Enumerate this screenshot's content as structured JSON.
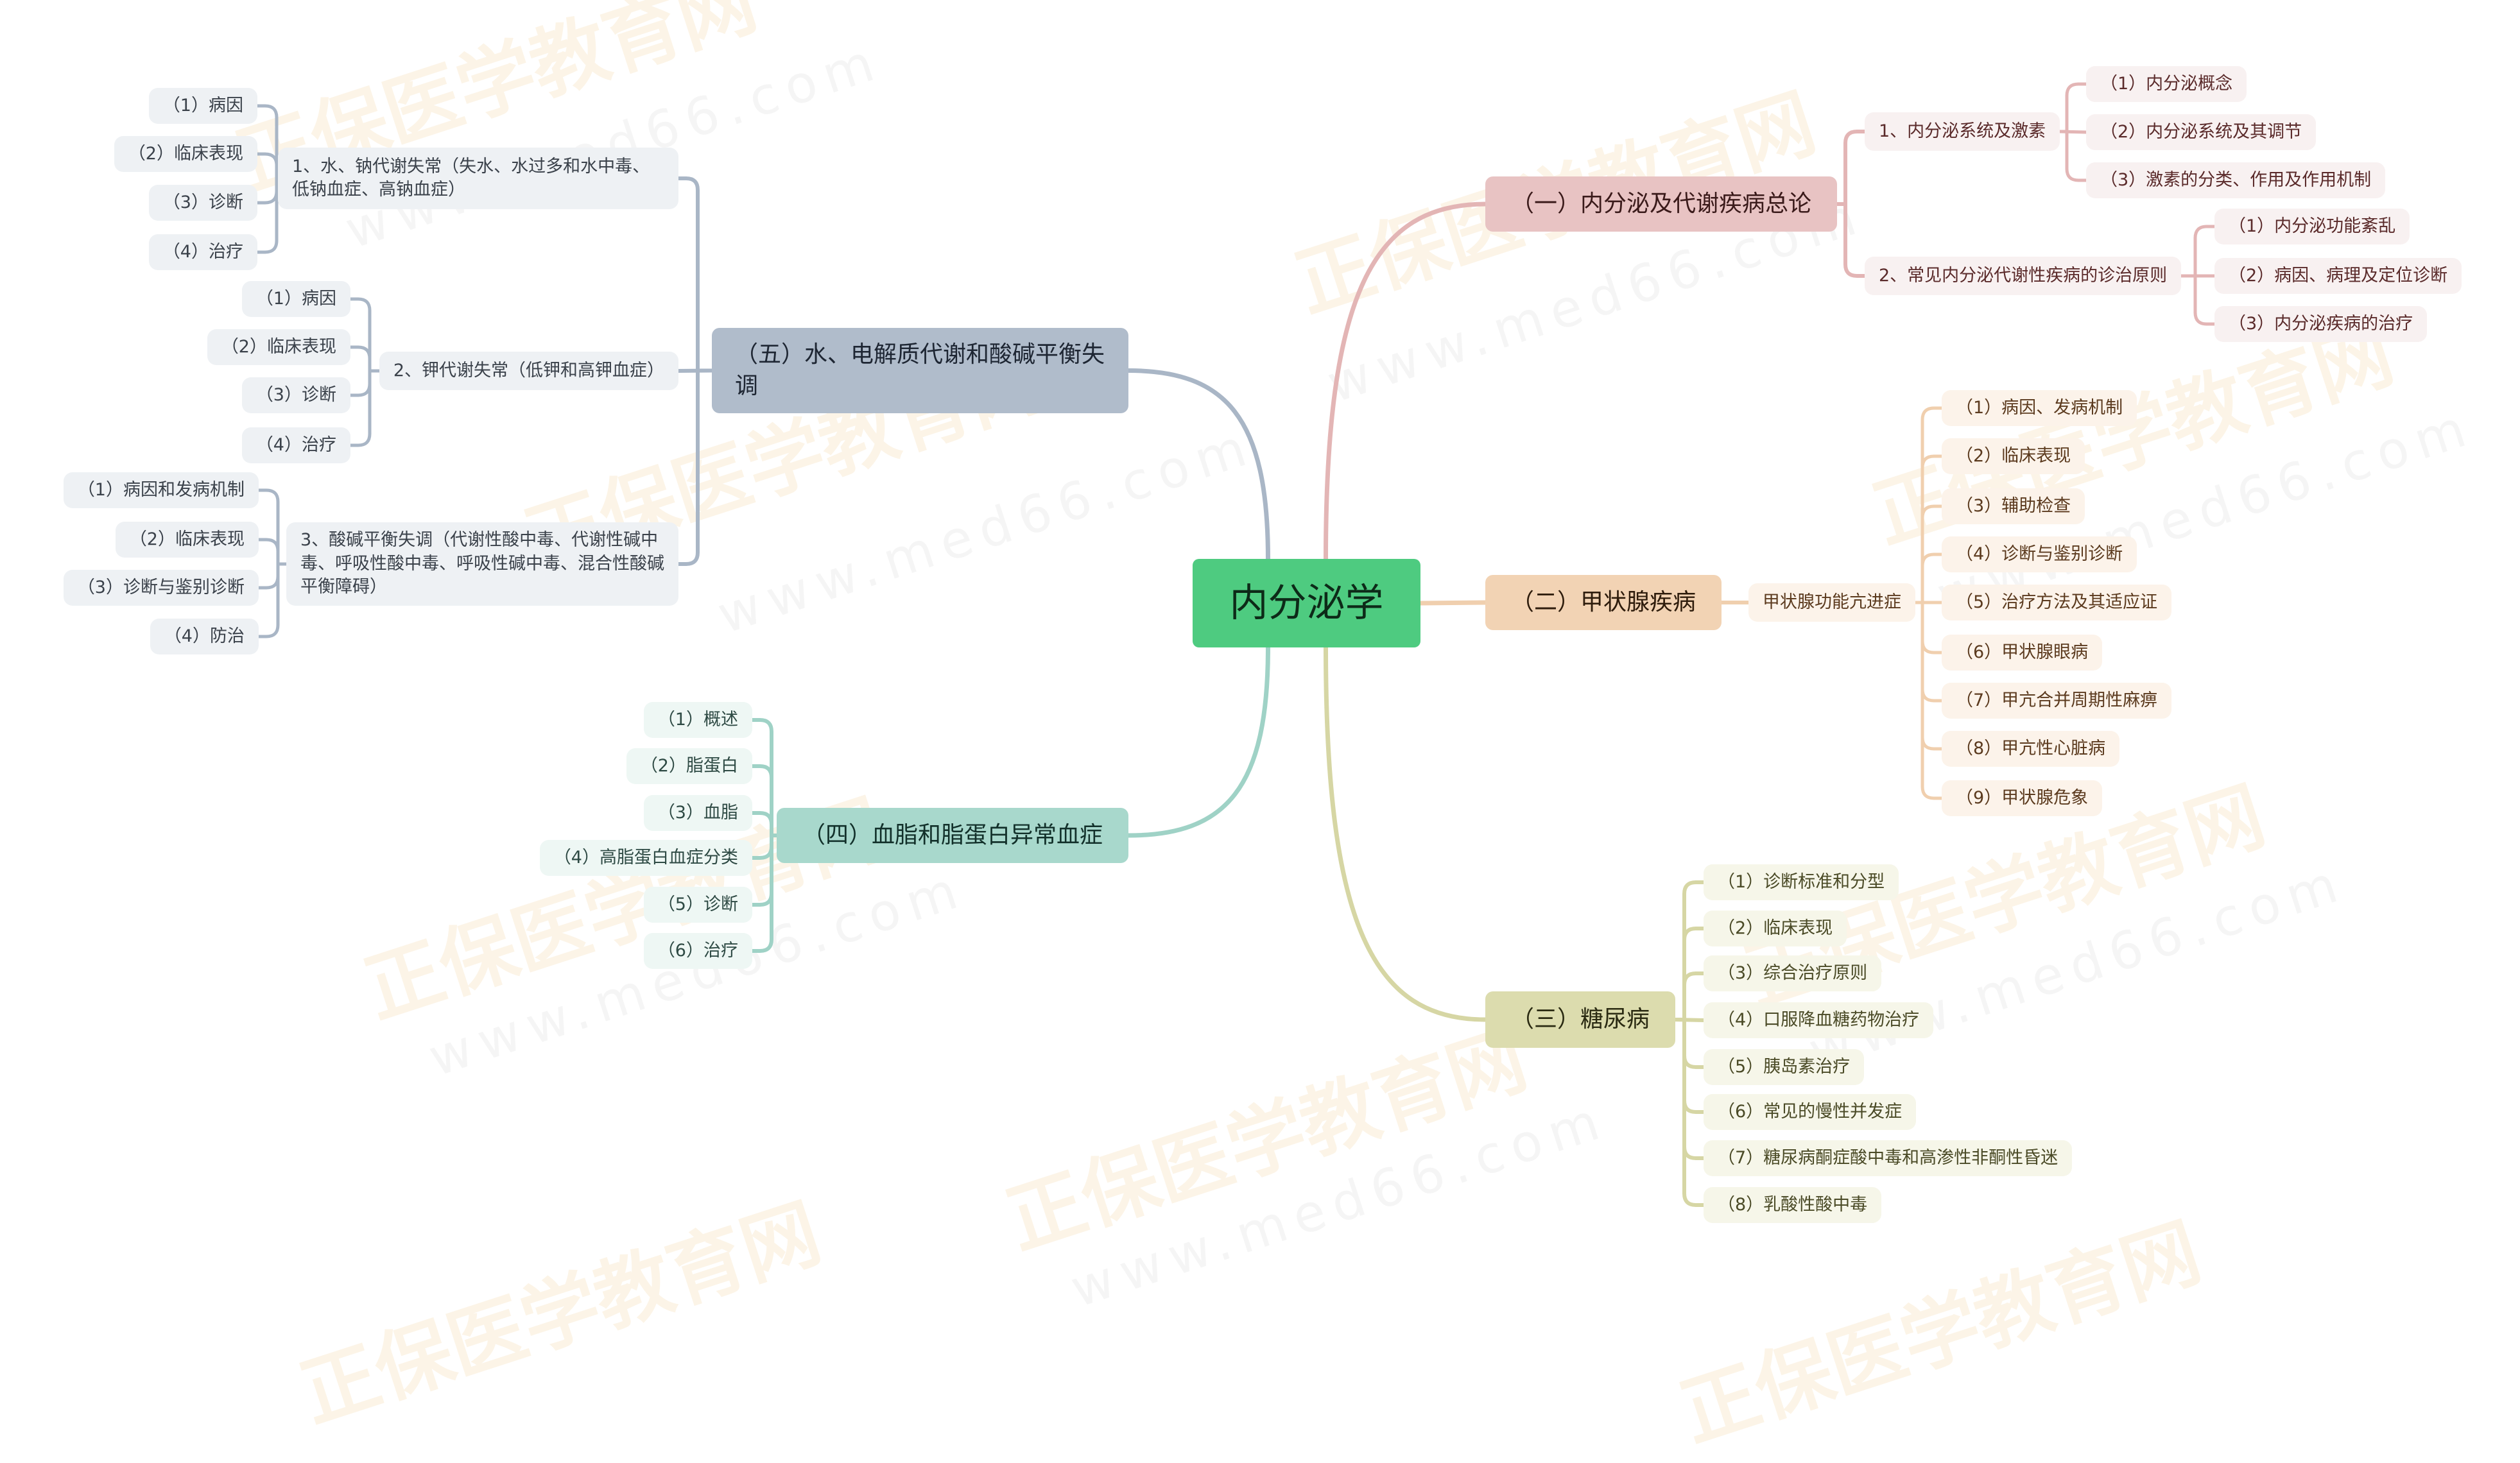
{
  "watermark": {
    "brand": "正保医学教育网",
    "url": "www.med66.com"
  },
  "colors": {
    "root": "#4ecb80",
    "pink": "#e3b5b5",
    "orange": "#f0cfae",
    "olive": "#d6d6a4",
    "teal": "#9fd2c6",
    "gray": "#a9b6c6"
  },
  "root": {
    "label": "内分泌学"
  },
  "branches": {
    "b1": {
      "label": "（一）内分泌及代谢疾病总论",
      "children": [
        {
          "label": "1、内分泌系统及激素",
          "items": [
            "（1）内分泌概念",
            "（2）内分泌系统及其调节",
            "（3）激素的分类、作用及作用机制"
          ]
        },
        {
          "label": "2、常见内分泌代谢性疾病的诊治原则",
          "items": [
            "（1）内分泌功能紊乱",
            "（2）病因、病理及定位诊断",
            "（3）内分泌疾病的治疗"
          ]
        }
      ]
    },
    "b2": {
      "label": "（二）甲状腺疾病",
      "children": [
        {
          "label": "甲状腺功能亢进症",
          "items": [
            "（1）病因、发病机制",
            "（2）临床表现",
            "（3）辅助检查",
            "（4）诊断与鉴别诊断",
            "（5）治疗方法及其适应证",
            "（6）甲状腺眼病",
            "（7）甲亢合并周期性麻痹",
            "（8）甲亢性心脏病",
            "（9）甲状腺危象"
          ]
        }
      ]
    },
    "b3": {
      "label": "（三）糖尿病",
      "items": [
        "（1）诊断标准和分型",
        "（2）临床表现",
        "（3）综合治疗原则",
        "（4）口服降血糖药物治疗",
        "（5）胰岛素治疗",
        "（6）常见的慢性并发症",
        "（7）糖尿病酮症酸中毒和高渗性非酮性昏迷",
        "（8）乳酸性酸中毒"
      ]
    },
    "b4": {
      "label": "（四）血脂和脂蛋白异常血症",
      "items": [
        "（1）概述",
        "（2）脂蛋白",
        "（3）血脂",
        "（4）高脂蛋白血症分类",
        "（5）诊断",
        "（6）治疗"
      ]
    },
    "b5": {
      "label": "（五）水、电解质代谢和酸碱平衡失调",
      "children": [
        {
          "label": "1、水、钠代谢失常（失水、水过多和水中毒、低钠血症、高钠血症）",
          "items": [
            "（1）病因",
            "（2）临床表现",
            "（3）诊断",
            "（4）治疗"
          ]
        },
        {
          "label": "2、钾代谢失常（低钾和高钾血症）",
          "items": [
            "（1）病因",
            "（2）临床表现",
            "（3）诊断",
            "（4）治疗"
          ]
        },
        {
          "label": "3、酸碱平衡失调（代谢性酸中毒、代谢性碱中毒、呼吸性酸中毒、呼吸性碱中毒、混合性酸碱平衡障碍）",
          "items": [
            "（1）病因和发病机制",
            "（2）临床表现",
            "（3）诊断与鉴别诊断",
            "（4）防治"
          ]
        }
      ]
    }
  }
}
